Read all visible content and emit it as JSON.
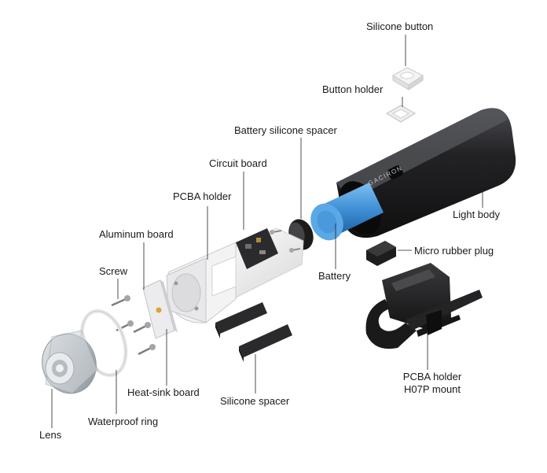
{
  "labels": {
    "silicone_button": "Silicone button",
    "button_holder": "Button holder",
    "battery_silicone_spacer": "Battery silicone spacer",
    "circuit_board": "Circuit board",
    "pcba_holder": "PCBA holder",
    "aluminum_board": "Aluminum board",
    "screw": "Screw",
    "light_body": "Light body",
    "micro_rubber_plug": "Micro rubber plug",
    "battery": "Battery",
    "heat_sink_board": "Heat-sink board",
    "silicone_spacer": "Silicone spacer",
    "waterproof_ring": "Waterproof ring",
    "lens": "Lens",
    "mount_line1": "PCBA holder",
    "mount_line2": "H07P mount"
  },
  "product_marking": "GACIRON",
  "colors": {
    "body": "#1f1f21",
    "battery": "#3e8fd6",
    "leader": "#222222"
  }
}
